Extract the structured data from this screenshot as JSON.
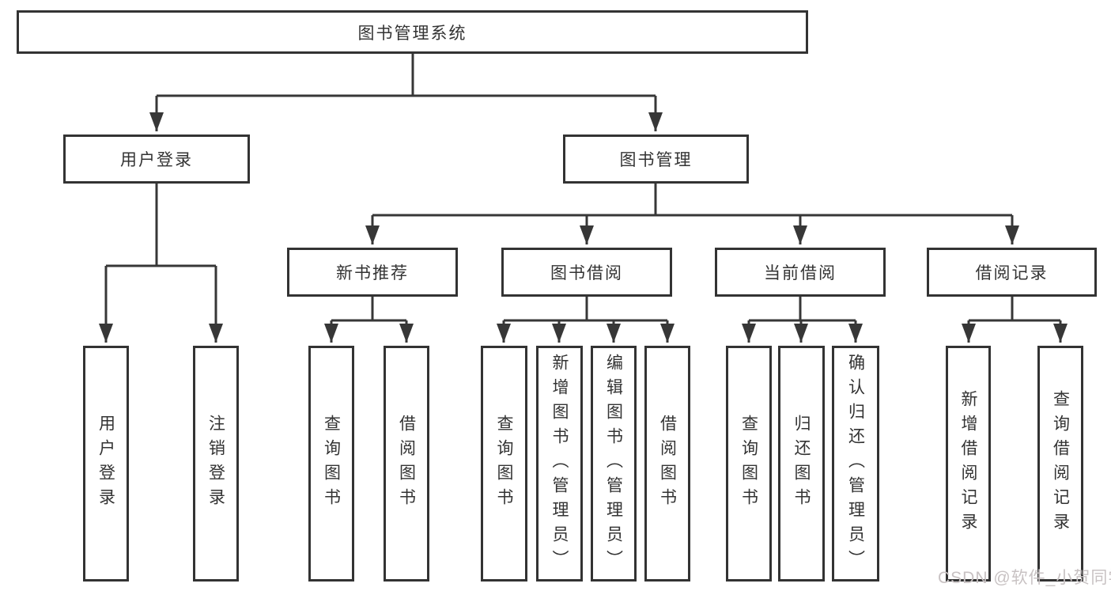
{
  "diagram": {
    "root": {
      "label": "图书管理系统"
    },
    "branches": [
      {
        "label": "用户登录",
        "children": [
          {
            "label": "用户登录"
          },
          {
            "label": "注销登录"
          }
        ]
      },
      {
        "label": "图书管理",
        "sections": [
          {
            "label": "新书推荐",
            "children": [
              {
                "label": "查询图书"
              },
              {
                "label": "借阅图书"
              }
            ]
          },
          {
            "label": "图书借阅",
            "children": [
              {
                "label": "查询图书"
              },
              {
                "label": "新增图书（管理员）"
              },
              {
                "label": "编辑图书（管理员）"
              },
              {
                "label": "借阅图书"
              }
            ]
          },
          {
            "label": "当前借阅",
            "children": [
              {
                "label": "查询图书"
              },
              {
                "label": "归还图书"
              },
              {
                "label": "确认归还（管理员）"
              }
            ]
          },
          {
            "label": "借阅记录",
            "children": [
              {
                "label": "新增借阅记录"
              },
              {
                "label": "查询借阅记录"
              }
            ]
          }
        ]
      }
    ]
  },
  "watermark": {
    "text": "CSDN @软件_小贺同学"
  },
  "colors": {
    "line": "#373737",
    "border": "#333333",
    "text": "#333333",
    "watermark": "#c8c2c3",
    "background": "#ffffff"
  }
}
